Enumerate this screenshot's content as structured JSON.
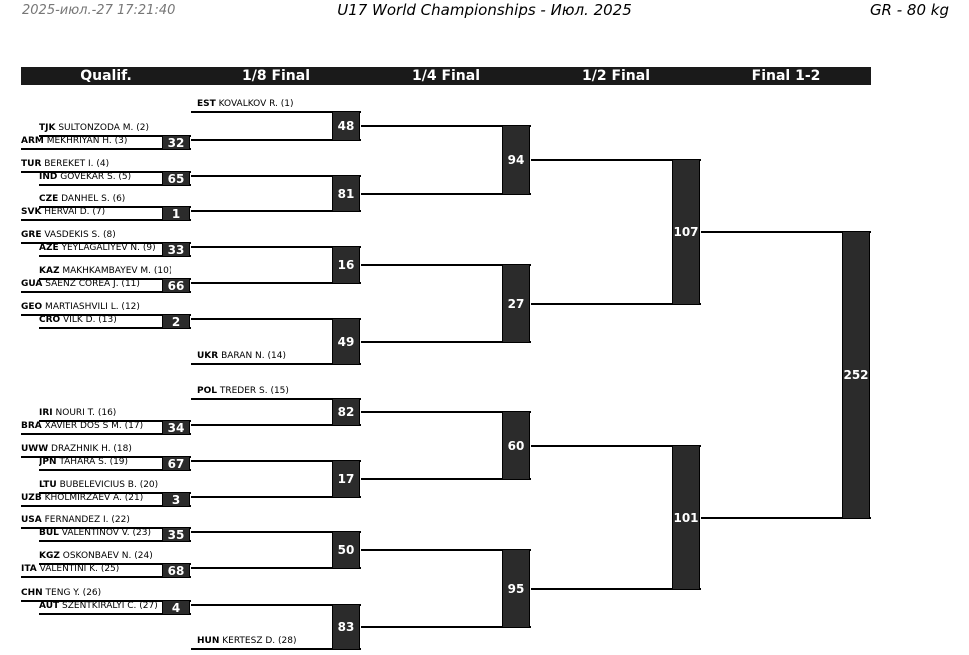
{
  "header": {
    "timestamp": "2025-июл.-27 17:21:40",
    "event": "U17 World Championships - Июл. 2025",
    "weight": "GR - 80 kg"
  },
  "columns": [
    "Qualif.",
    "1/8 Final",
    "1/4 Final",
    "1/2 Final",
    "Final 1-2"
  ],
  "wrestlers": [
    {
      "code": "EST",
      "name": "KOVALKOV R. (1)"
    },
    {
      "code": "TJK",
      "name": "SULTONZODA M. (2)"
    },
    {
      "code": "ARM",
      "name": "MEKHRIYAN H. (3)"
    },
    {
      "code": "TUR",
      "name": "BEREKET I. (4)"
    },
    {
      "code": "IND",
      "name": "GOVEKAR S. (5)"
    },
    {
      "code": "CZE",
      "name": "DANHEL S. (6)"
    },
    {
      "code": "SVK",
      "name": "HERVAI D. (7)"
    },
    {
      "code": "GRE",
      "name": "VASDEKIS S. (8)"
    },
    {
      "code": "AZE",
      "name": "YEYLAGALIYEV N. (9)"
    },
    {
      "code": "KAZ",
      "name": "MAKHKAMBAYEV M. (10)"
    },
    {
      "code": "GUA",
      "name": "SAENZ COREA J. (11)"
    },
    {
      "code": "GEO",
      "name": "MARTIASHVILI L. (12)"
    },
    {
      "code": "CRO",
      "name": "VILK D. (13)"
    },
    {
      "code": "UKR",
      "name": "BARAN N. (14)"
    },
    {
      "code": "POL",
      "name": "TREDER S. (15)"
    },
    {
      "code": "IRI",
      "name": "NOURI T. (16)"
    },
    {
      "code": "BRA",
      "name": "XAVIER DOS S M. (17)"
    },
    {
      "code": "UWW",
      "name": "DRAZHNIK H. (18)"
    },
    {
      "code": "JPN",
      "name": "TAHARA S. (19)"
    },
    {
      "code": "LTU",
      "name": "BUBELEVICIUS B. (20)"
    },
    {
      "code": "UZB",
      "name": "KHOLMIRZAEV A. (21)"
    },
    {
      "code": "USA",
      "name": "FERNANDEZ I. (22)"
    },
    {
      "code": "BUL",
      "name": "VALENTINOV V. (23)"
    },
    {
      "code": "KGZ",
      "name": "OSKONBAEV N. (24)"
    },
    {
      "code": "ITA",
      "name": "VALENTINI K. (25)"
    },
    {
      "code": "CHN",
      "name": "TENG Y. (26)"
    },
    {
      "code": "AUT",
      "name": "SZENTKIRALYI C. (27)"
    },
    {
      "code": "HUN",
      "name": "KERTESZ D. (28)"
    }
  ],
  "bouts": {
    "qualif": [
      "32",
      "65",
      "1",
      "33",
      "66",
      "2",
      "34",
      "67",
      "3",
      "35",
      "68",
      "4"
    ],
    "r16": [
      "48",
      "81",
      "16",
      "49",
      "82",
      "17",
      "50",
      "83"
    ],
    "qf": [
      "94",
      "27",
      "60",
      "95"
    ],
    "sf": [
      "107",
      "101"
    ],
    "final": [
      "252"
    ]
  }
}
